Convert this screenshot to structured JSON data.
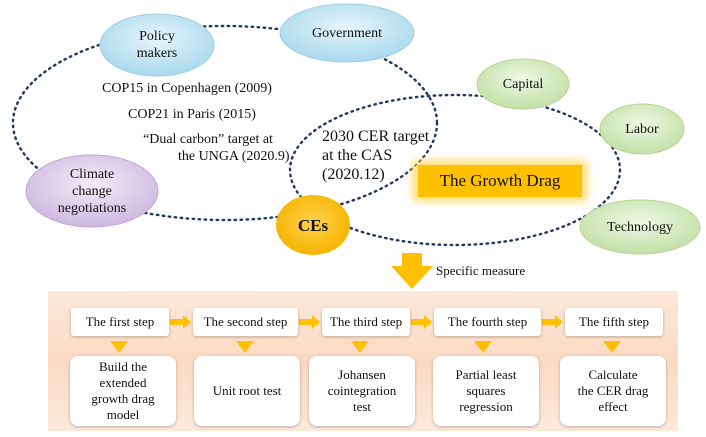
{
  "top": {
    "policy_makers": "Policy\nmakers",
    "government": "Government",
    "capital": "Capital",
    "labor": "Labor",
    "technology": "Technology",
    "climate": "Climate\nchange\nnegotiations",
    "ces": "CEs",
    "growth_drag": "The Growth Drag",
    "events": [
      "COP15 in Copenhagen (2009)",
      "COP21 in Paris (2015)",
      "“Dual carbon” target at",
      "the UNGA (2020.9)"
    ],
    "cas_target": "2030 CER target\nat the CAS\n(2020.12)"
  },
  "arrow_label": "Specific measure",
  "steps": [
    {
      "name": "The first step",
      "result": "Build the\nextended\ngrowth drag\nmodel"
    },
    {
      "name": "The second step",
      "result": "Unit root test"
    },
    {
      "name": "The third step",
      "result": "Johansen\ncointegration\ntest"
    },
    {
      "name": "The fourth step",
      "result": "Partial least\nsquares\nregression"
    },
    {
      "name": "The fifth step",
      "result": "Calculate\nthe CER drag\neffect"
    }
  ],
  "colors": {
    "blue_node": "#b7e2f2",
    "green_node": "#cfe6b4",
    "purple_node": "#d8c7e6",
    "ces_fill": "#ffc000",
    "drag_fill": "#ffc000",
    "arrow": "#ffc000",
    "dotted_line": "#1f3864",
    "panel": "#fbe0cc"
  }
}
